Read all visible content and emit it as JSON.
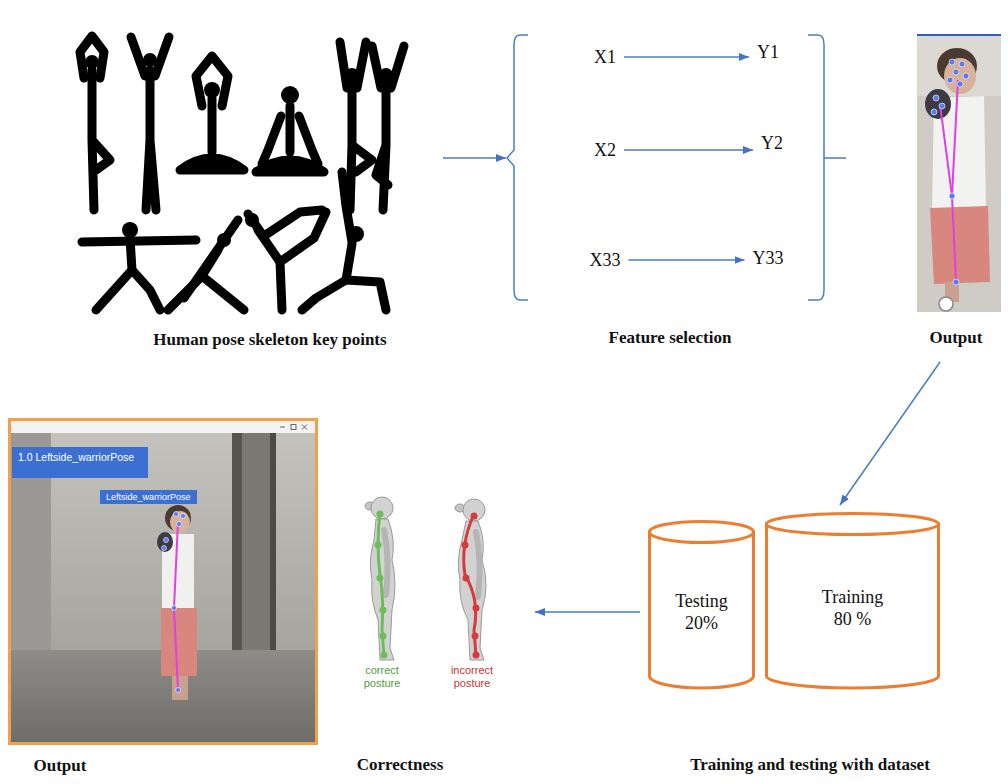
{
  "diagram": {
    "nodes": [
      {
        "text": [
          "Human pose skeleton key points"
        ]
      },
      {
        "text": [
          "Feature selection"
        ]
      },
      {
        "text": [
          "X1"
        ],
        "in": 1
      },
      {
        "text": [
          "Y1"
        ],
        "in": 1
      },
      {
        "text": [
          "X2"
        ],
        "in": 1
      },
      {
        "text": [
          "Y2"
        ],
        "in": 1
      },
      {
        "text": [
          "X33"
        ],
        "in": 1
      },
      {
        "text": [
          "Y33"
        ],
        "in": 1
      },
      {
        "text": [
          "Output"
        ]
      },
      {
        "text": [
          "Output"
        ]
      },
      {
        "text": [
          "Correctness"
        ]
      },
      {
        "text": [
          "Training and testing with dataset"
        ]
      },
      {
        "text": [
          "Testing 20%"
        ],
        "in": 11
      },
      {
        "text": [
          "Training 80 %"
        ],
        "in": 11
      }
    ],
    "edges": [
      {
        "from": 0,
        "to": 1,
        "arrow": "to"
      },
      {
        "from": 2,
        "to": 3,
        "arrow": "to"
      },
      {
        "from": 4,
        "to": 5,
        "arrow": "to"
      },
      {
        "from": 6,
        "to": 7,
        "arrow": "to"
      },
      {
        "from": 8,
        "to": 11,
        "arrow": "to"
      },
      {
        "from": 11,
        "to": 10,
        "arrow": "to"
      }
    ],
    "labels": [
      "1.0 Leftside_warriorPose",
      "Leftside_warriorPose",
      "correct posture",
      "incorrect posture"
    ]
  }
}
